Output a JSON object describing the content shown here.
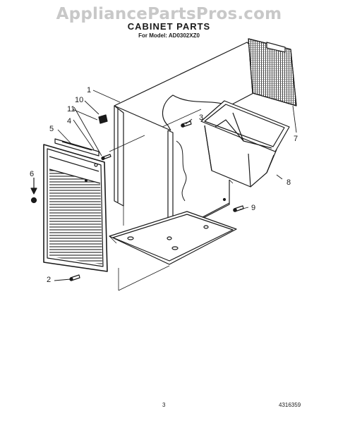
{
  "watermark": "AppliancePartsPros.com",
  "title": "CABINET PARTS",
  "subtitle": "For Model: AD0302XZ0",
  "callouts": {
    "c1": "1",
    "c2": "2",
    "c3": "3",
    "c4": "4",
    "c5": "5",
    "c6": "6",
    "c7": "7",
    "c8": "8",
    "c9": "9",
    "c10": "10",
    "c11": "11"
  },
  "page_number": "3",
  "document_number": "4316359"
}
